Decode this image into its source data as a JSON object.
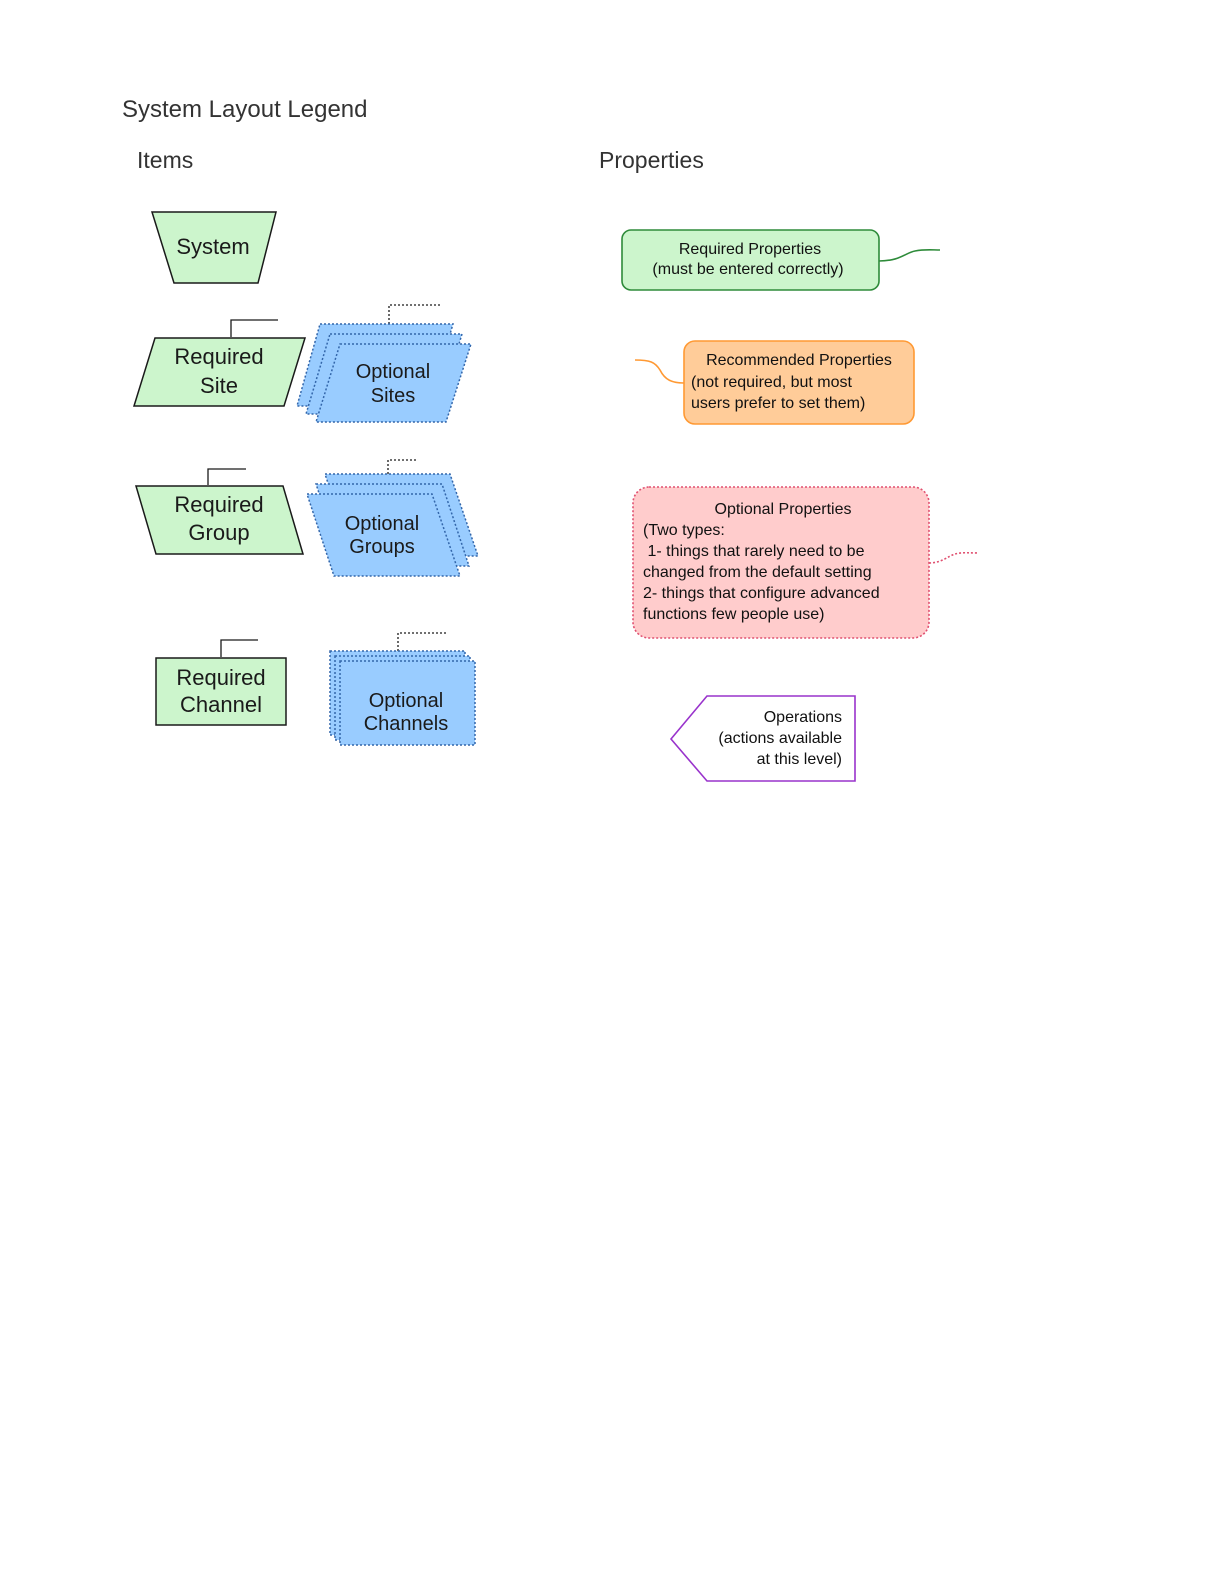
{
  "title": "System Layout Legend",
  "sections": {
    "items": "Items",
    "properties": "Properties"
  },
  "items": {
    "system": "System",
    "required_site": [
      "Required",
      "Site"
    ],
    "optional_sites": [
      "Optional",
      "Sites"
    ],
    "required_group": [
      "Required",
      "Group"
    ],
    "optional_groups": [
      "Optional",
      "Groups"
    ],
    "required_channel": [
      "Required",
      "Channel"
    ],
    "optional_channels": [
      "Optional",
      "Channels"
    ]
  },
  "properties": {
    "required": [
      "Required Properties",
      "(must be entered correctly)"
    ],
    "recommended": [
      "Recommended Properties",
      "(not required, but most",
      "users prefer to set them)"
    ],
    "optional": [
      "Optional Properties",
      "(Two types:",
      " 1- things that rarely need to be",
      "changed from the default setting",
      "2- things that configure advanced",
      "functions few people use)"
    ],
    "operations": [
      "Operations",
      "(actions available",
      "at this level)"
    ]
  },
  "colors": {
    "required_fill": "#ccf5cc",
    "required_stroke": "#1a1a1a",
    "optional_item_fill": "#99ccff",
    "optional_item_stroke": "#3366aa",
    "required_prop_fill": "#ccf5cc",
    "required_prop_stroke": "#2e8b3a",
    "recommended_fill": "#ffcc99",
    "recommended_stroke": "#ff9933",
    "optional_prop_fill": "#ffcccc",
    "optional_prop_stroke": "#e05070",
    "operations_fill": "#ffffff",
    "operations_stroke": "#9933cc"
  }
}
